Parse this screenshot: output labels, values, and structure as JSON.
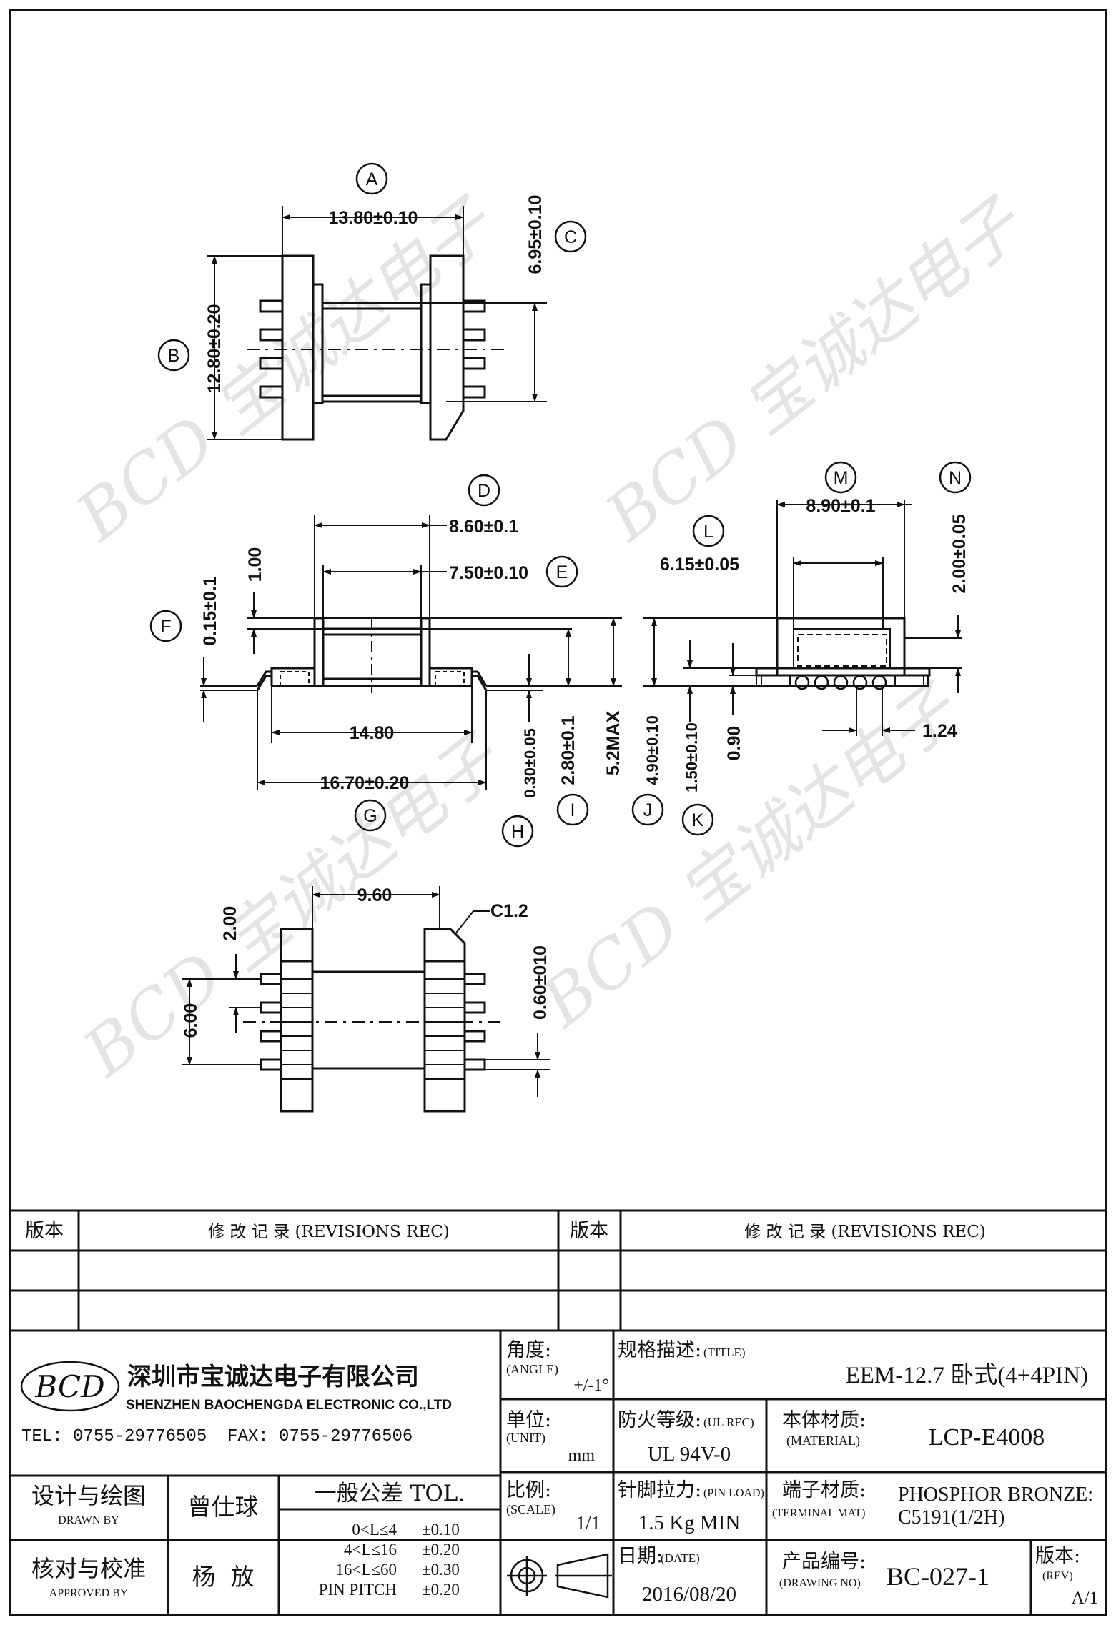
{
  "watermark": {
    "text": "BCD 宝诚达电子",
    "color": "#cfcfcf"
  },
  "top_view": {
    "dims": [
      {
        "id": "A",
        "text": "13.80±0.10"
      },
      {
        "id": "B",
        "text": "12.80±0.20"
      },
      {
        "id": "C",
        "text": "6.95±0.10"
      }
    ]
  },
  "side_view": {
    "dims": [
      {
        "id": "D",
        "text": "8.60±0.1"
      },
      {
        "id": "E",
        "text": "7.50±0.10"
      },
      {
        "id": "F",
        "text": "0.15±0.1"
      },
      {
        "id": "G",
        "text": "16.70±0.20"
      },
      {
        "id": "H",
        "text": "0.30±0.05"
      },
      {
        "id": "I",
        "text": "2.80±0.1"
      }
    ],
    "extra": [
      "1.00",
      "14.80",
      "5.2MAX"
    ]
  },
  "end_view": {
    "dims": [
      {
        "id": "J",
        "text": "4.90±0.10"
      },
      {
        "id": "K",
        "text": "1.50±0.10"
      },
      {
        "id": "L",
        "text": "6.15±0.05"
      },
      {
        "id": "M",
        "text": "8.90±0.1"
      },
      {
        "id": "N",
        "text": "2.00±0.05"
      }
    ],
    "extra": [
      "0.90",
      "1.24"
    ]
  },
  "bottom_view": {
    "dims": [
      "9.60",
      "C1.2",
      "2.00",
      "6.00",
      "0.60±010"
    ]
  },
  "revisions": {
    "col_rev": "版本",
    "col_rec": "修 改 记 录 (REVISIONS REC)"
  },
  "company": {
    "logo": "BCD",
    "name_cn": "深圳市宝诚达电子有限公司",
    "name_en": "SHENZHEN BAOCHENGDA ELECTRONIC CO.,LTD",
    "contact": "TEL: 0755-29776505  FAX: 0755-29776506"
  },
  "title_block": {
    "angle_label_cn": "角度:",
    "angle_label_en": "(ANGLE)",
    "angle_value": "+/-1°",
    "title_label_cn": "规格描述:",
    "title_label_en": "(TITLE)",
    "title_value": "EEM-12.7 卧式(4+4PIN)",
    "unit_label_cn": "单位:",
    "unit_label_en": "(UNIT)",
    "unit_value": "mm",
    "ul_label_cn": "防火等级:",
    "ul_label_en": "(UL REC)",
    "ul_value": "UL 94V-0",
    "material_label_cn": "本体材质:",
    "material_label_en": "(MATERIAL)",
    "material_value": "LCP-E4008",
    "designed_cn": "设计与绘图",
    "designed_en": "DRAWN BY",
    "designed_name": "曾仕球",
    "tol_title": "一般公差 TOL.",
    "tol_rows": [
      {
        "range": "0<L≤4",
        "value": "±0.10"
      },
      {
        "range": "4<L≤16",
        "value": "±0.20"
      },
      {
        "range": "16<L≤60",
        "value": "±0.30"
      },
      {
        "range": "PIN PITCH",
        "value": "±0.20"
      }
    ],
    "scale_label_cn": "比例:",
    "scale_label_en": "(SCALE)",
    "scale_value": "1/1",
    "pinload_label_cn": "针脚拉力:",
    "pinload_label_en": "(PIN LOAD)",
    "pinload_value": "1.5 Kg MIN",
    "terminal_label_cn": "端子材质:",
    "terminal_label_en": "(TERMINAL MAT)",
    "terminal_value_1": "PHOSPHOR BRONZE:",
    "terminal_value_2": "C5191(1/2H)",
    "approved_cn": "核对与校准",
    "approved_en": "APPROVED BY",
    "approved_name": "杨  放",
    "date_label_cn": "日期:",
    "date_label_en": "(DATE)",
    "date_value": "2016/08/20",
    "drawing_label_cn": "产品编号:",
    "drawing_label_en": "(DRAWING NO)",
    "drawing_value": "BC-027-1",
    "rev_label_cn": "版本:",
    "rev_label_en": "(REV)",
    "rev_value": "A/1"
  }
}
